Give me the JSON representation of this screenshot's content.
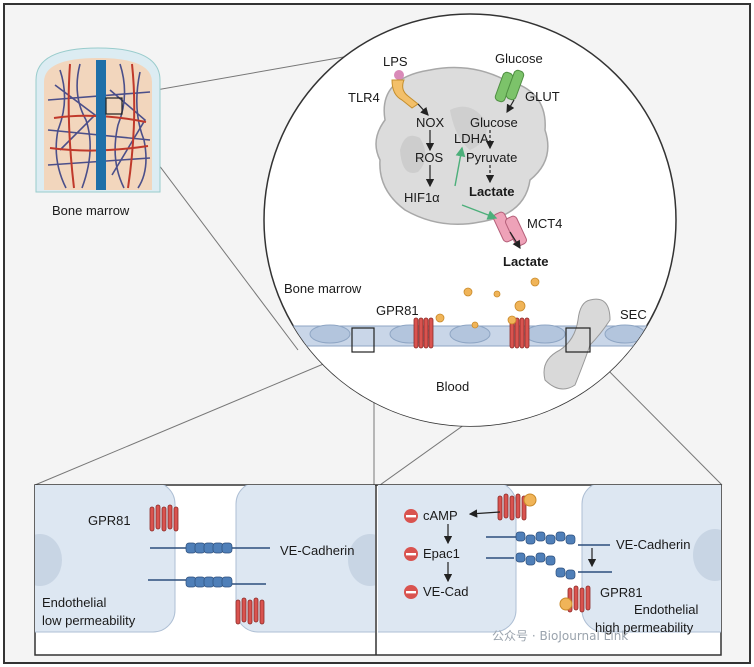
{
  "labels": {
    "bone_marrow_tissue": "Bone marrow",
    "lps": "LPS",
    "tlr4": "TLR4",
    "glucose_top": "Glucose",
    "glut": "GLUT",
    "nox": "NOX",
    "glucose_in": "Glucose",
    "ldha": "LDHA",
    "pyruvate": "Pyruvate",
    "ros": "ROS",
    "lactate_in": "Lactate",
    "hif1a": "HIF1α",
    "mct4": "MCT4",
    "lactate_out": "Lactate",
    "bone_marrow_circle": "Bone marrow",
    "gpr81_top": "GPR81",
    "sec": "SEC",
    "blood": "Blood",
    "gpr81_left": "GPR81",
    "ve_cadherin_left": "VE-Cadherin",
    "endo_low_1": "Endothelial",
    "endo_low_2": "low permeability",
    "camp": "cAMP",
    "epac1": "Epac1",
    "ve_cad": "VE-Cad",
    "ve_cadherin_right": "VE-Cadherin",
    "gpr81_right": "GPR81",
    "endo_high_1": "Endothelial",
    "endo_high_2": "high permeability"
  },
  "watermark": "公众号 · BioJournal Link",
  "colors": {
    "frame_bg": "#f4f4f4",
    "circle_bg": "#ffffff",
    "cell_gray": "#d9d9d9",
    "endothelium": "#c9d6e8",
    "receptor_red": "#d9534f",
    "lactate_orange": "#f0b458",
    "cadherin_blue": "#4f7fb8",
    "arrow_green": "#4caf7a"
  }
}
